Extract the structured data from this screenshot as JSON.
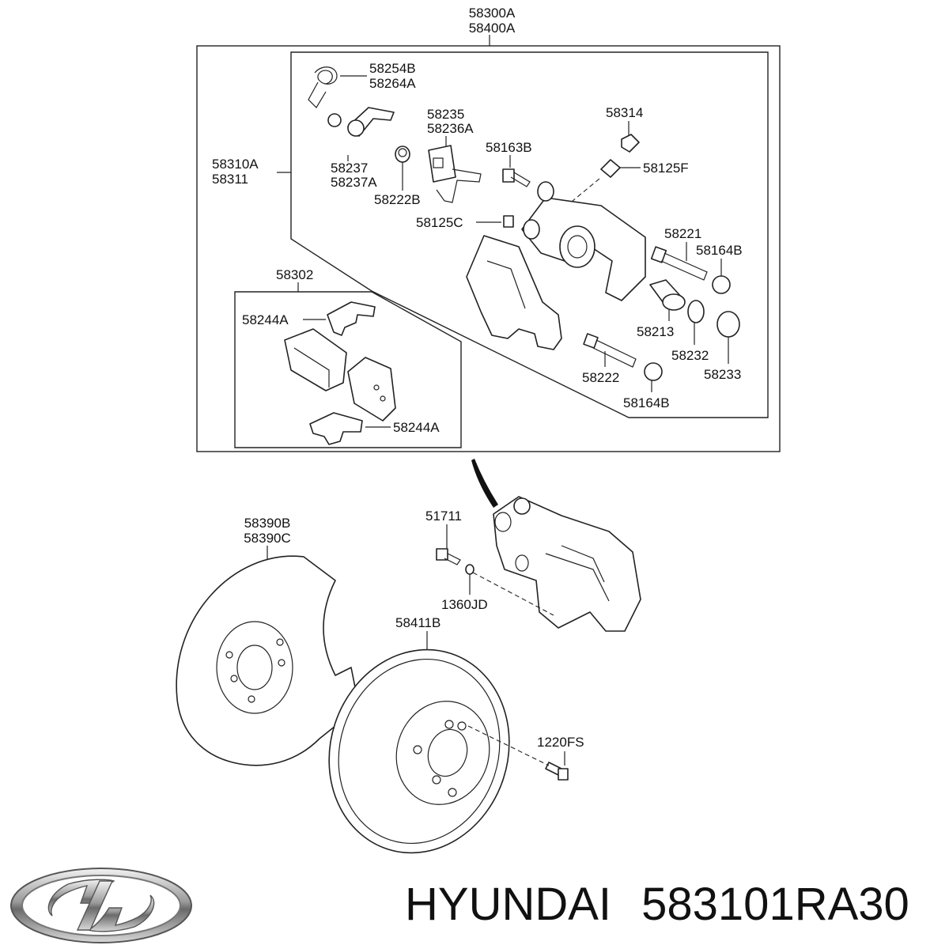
{
  "caption": {
    "brand": "HYUNDAI",
    "part_number": "583101RA30"
  },
  "labels": {
    "assy_a": "58300A",
    "assy_b": "58400A",
    "spring_a": "58254B",
    "spring_b": "58264A",
    "pad_a": "58235",
    "pad_b": "58236A",
    "clip_a": "58237",
    "clip_b": "58237A",
    "housing_a": "58310A",
    "housing_b": "58311",
    "bleeder_cap": "58314",
    "bolt_top": "58163B",
    "bleeder": "58125F",
    "cap_small": "58222B",
    "screw_small": "58125C",
    "pin_guide_top": "58221",
    "boot_top": "58164B",
    "pad_kit": "58302",
    "shim_top": "58244A",
    "piston": "58213",
    "seal": "58232",
    "boot_piston": "58233",
    "pin_guide_bottom": "58222",
    "boot_bottom": "58164B",
    "shim_bottom": "58244A",
    "shield_a": "58390B",
    "shield_b": "58390C",
    "bolt_caliper": "51711",
    "washer": "1360JD",
    "disc": "58411B",
    "screw_disc": "1220FS"
  }
}
